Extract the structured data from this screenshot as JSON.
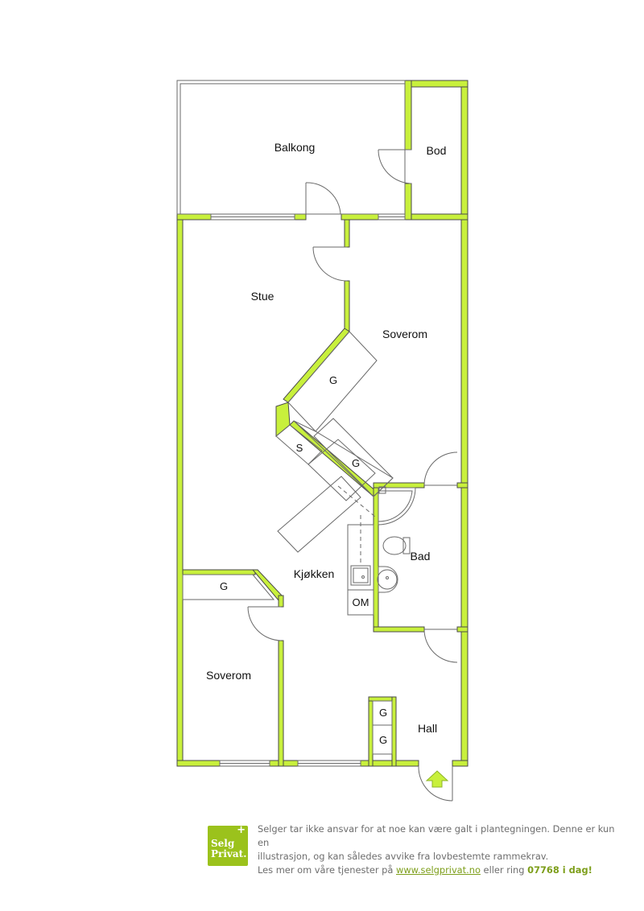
{
  "colors": {
    "wall": "#c8f03c",
    "wall_stroke": "#4a4a4a",
    "brand": "#9bc21c",
    "text_gray": "#6d6d6d",
    "link": "#7d9e1a"
  },
  "rooms": {
    "balkong": "Balkong",
    "bod": "Bod",
    "stue": "Stue",
    "soverom_right": "Soverom",
    "soverom_left": "Soverom",
    "bad": "Bad",
    "kjokken": "Kjøkken",
    "hall": "Hall"
  },
  "fixtures": {
    "g_diag_top": "G",
    "s": "S",
    "g_diag_mid": "G",
    "g_left": "G",
    "om": "OM",
    "g_hall_top": "G",
    "g_hall_bottom": "G"
  },
  "entrance_icon": "up-arrow-icon",
  "footer": {
    "logo_line1": "Selg",
    "logo_line2": "Privat.",
    "logo_plus": "+",
    "line1": "Selger tar ikke ansvar for at noe kan være galt i plantegningen. Denne er kun en",
    "line2": "illustrasjon, og kan således avvike fra lovbestemte rammekrav.",
    "line3_prefix": "Les mer om våre tjenester på ",
    "link": "www.selgprivat.no",
    "line3_middle": " eller ring ",
    "phone": "07768 i dag!"
  }
}
